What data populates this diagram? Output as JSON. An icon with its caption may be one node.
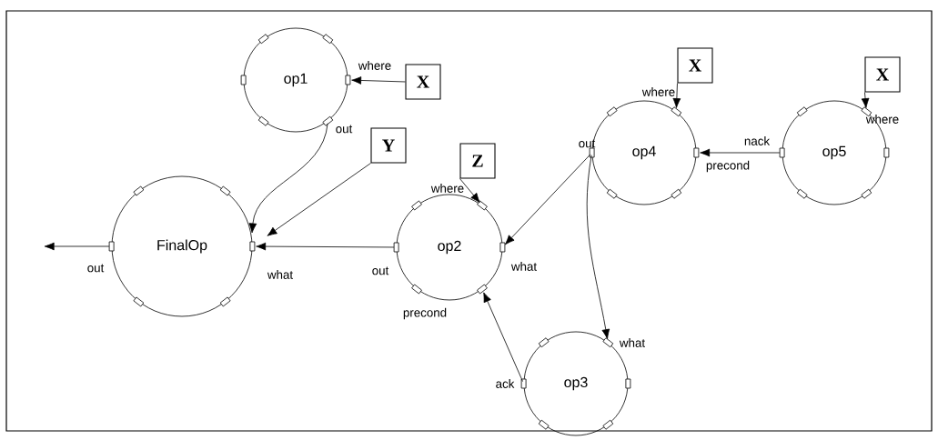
{
  "diagram": {
    "nodes": [
      {
        "text": [
          "op1"
        ],
        "beside": [
          "where",
          "out"
        ]
      },
      {
        "text": [
          "X"
        ]
      },
      {
        "text": [
          "Y"
        ]
      },
      {
        "text": [
          "FinalOp"
        ],
        "beside": [
          "out",
          "what"
        ]
      },
      {
        "text": [
          "Z"
        ]
      },
      {
        "text": [
          "op2"
        ],
        "beside": [
          "where",
          "what",
          "out",
          "precond"
        ]
      },
      {
        "text": [
          "X"
        ]
      },
      {
        "text": [
          "op4"
        ],
        "beside": [
          "where",
          "out",
          "precond"
        ]
      },
      {
        "text": [
          "X"
        ]
      },
      {
        "text": [
          "op5"
        ],
        "beside": [
          "where",
          "nack"
        ]
      },
      {
        "text": [
          "op3"
        ],
        "beside": [
          "what",
          "ack"
        ]
      }
    ],
    "edges": [
      {
        "from": 1,
        "to": 0,
        "arrow": "to"
      },
      {
        "from": 0,
        "to": 3,
        "arrow": "to"
      },
      {
        "from": 2,
        "to": 3,
        "arrow": "to"
      },
      {
        "from": 5,
        "to": 3,
        "arrow": "to"
      },
      {
        "from": 3,
        "to": null,
        "arrow": "to"
      },
      {
        "from": 4,
        "to": 5,
        "arrow": "to"
      },
      {
        "from": 7,
        "to": 5,
        "arrow": "to"
      },
      {
        "from": 7,
        "to": 10,
        "arrow": "to"
      },
      {
        "from": 10,
        "to": 5,
        "arrow": "to"
      },
      {
        "from": 6,
        "to": 7,
        "arrow": "to"
      },
      {
        "from": 9,
        "to": 7,
        "arrow": "to"
      },
      {
        "from": 8,
        "to": 9,
        "arrow": "to"
      }
    ]
  }
}
